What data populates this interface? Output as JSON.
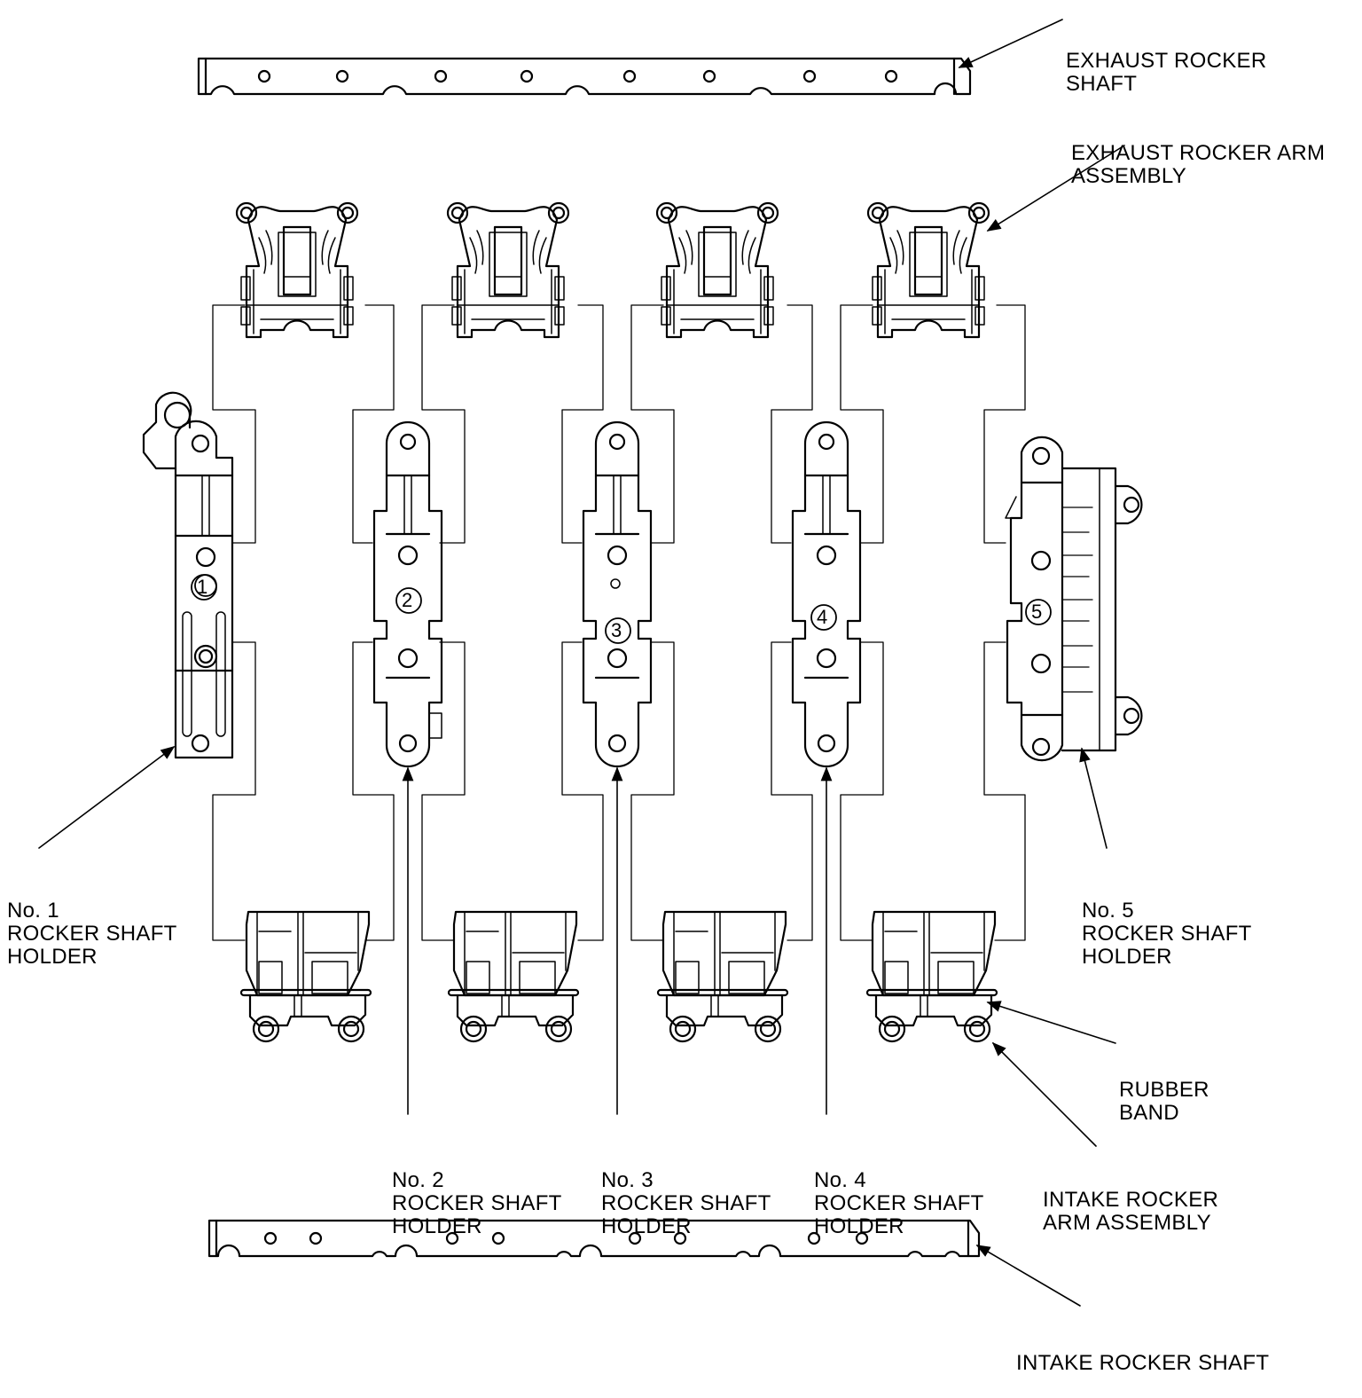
{
  "labels": {
    "exhaust_shaft": [
      "EXHAUST ROCKER",
      "SHAFT"
    ],
    "exhaust_arm": [
      "EXHAUST ROCKER ARM",
      "ASSEMBLY"
    ],
    "holder1": [
      "No. 1",
      "ROCKER SHAFT",
      "HOLDER"
    ],
    "holder2": [
      "No. 2",
      "ROCKER SHAFT",
      "HOLDER"
    ],
    "holder3": [
      "No. 3",
      "ROCKER SHAFT",
      "HOLDER"
    ],
    "holder4": [
      "No. 4",
      "ROCKER SHAFT",
      "HOLDER"
    ],
    "holder5": [
      "No. 5",
      "ROCKER SHAFT",
      "HOLDER"
    ],
    "rubber_band": [
      "RUBBER",
      "BAND"
    ],
    "intake_arm": [
      "INTAKE ROCKER",
      "ARM ASSEMBLY"
    ],
    "intake_shaft": [
      "INTAKE ROCKER SHAFT"
    ]
  },
  "holder_numbers": [
    "1",
    "2",
    "3",
    "4",
    "5"
  ]
}
